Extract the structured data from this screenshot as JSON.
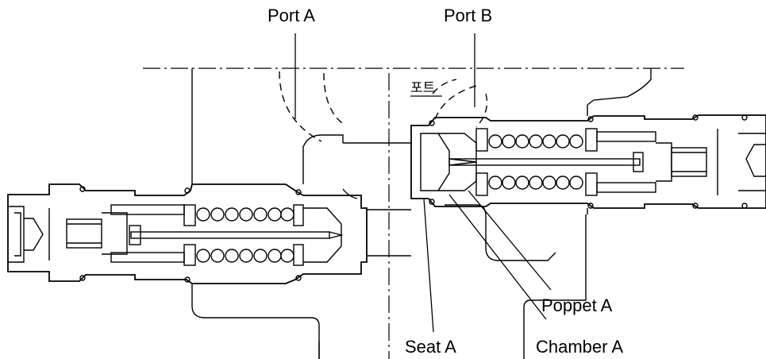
{
  "labels": {
    "port_a": "Port A",
    "port_b": "Port B",
    "port_korean": "포트",
    "poppet_a": "Poppet A",
    "seat_a": "Seat A",
    "chamber_a": "Chamber A"
  }
}
